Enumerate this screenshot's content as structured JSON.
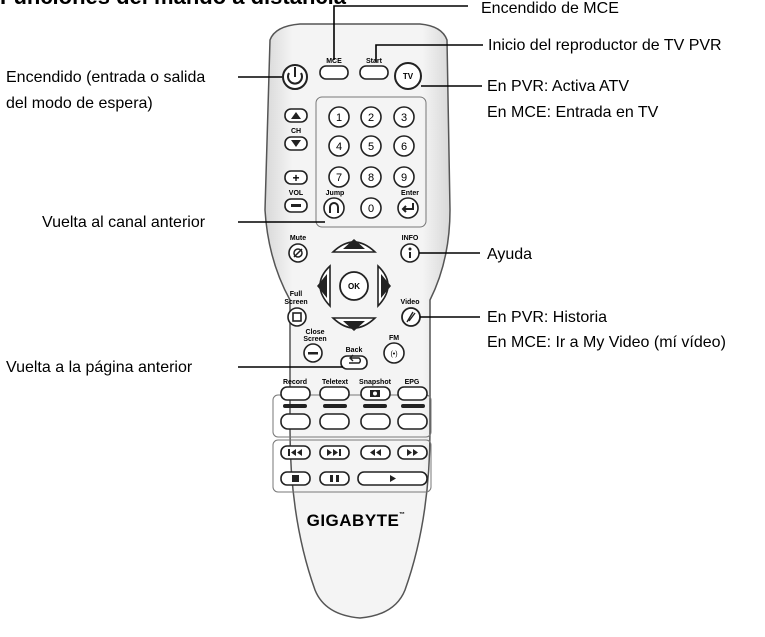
{
  "title": "Funciones del mando a distancia",
  "callouts": {
    "mce_power": "Encendido de MCE",
    "pvr_start": "Inicio del reproductor de TV PVR",
    "power_line1": "Encendido (entrada o salida",
    "power_line2": "del modo de espera)",
    "tv_line1": "En PVR: Activa ATV",
    "tv_line2": "En MCE: Entrada en TV",
    "prev_channel": "Vuelta al canal anterior",
    "help": "Ayuda",
    "video_line1": "En PVR: Historia",
    "video_line2": "En MCE: Ir a My Video (mí vídeo)",
    "prev_page": "Vuelta a la página anterior"
  },
  "remote": {
    "brand": "GIGABYTE",
    "trademark": "™",
    "buttons": {
      "mce": "MCE",
      "start": "Start",
      "tv": "TV",
      "ch": "CH",
      "vol": "VOL",
      "jump": "Jump",
      "enter": "Enter",
      "mute": "Mute",
      "info": "INFO",
      "ok": "OK",
      "full_screen_1": "Full",
      "full_screen_2": "Screen",
      "video": "Video",
      "close_screen_1": "Close",
      "close_screen_2": "Screen",
      "back": "Back",
      "fm": "FM",
      "record": "Record",
      "teletext": "Teletext",
      "snapshot": "Snapshot",
      "epg": "EPG",
      "plus": "+",
      "digits": [
        "1",
        "2",
        "3",
        "4",
        "5",
        "6",
        "7",
        "8",
        "9",
        "0"
      ]
    }
  }
}
